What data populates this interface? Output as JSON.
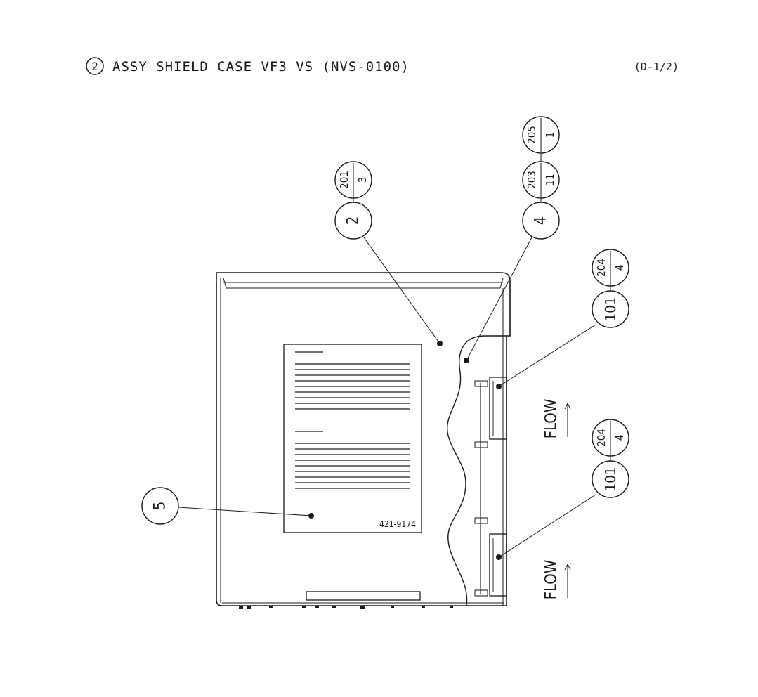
{
  "header": {
    "item_no": "2",
    "title": "ASSY SHIELD CASE VF3 VS (NVS-0100)",
    "sheet": "(D-1/2)"
  },
  "callouts": {
    "c2": {
      "label": "2",
      "ref_top": "201",
      "ref_bottom": "3"
    },
    "c4": {
      "label": "4",
      "ref_a_top": "203",
      "ref_a_bottom": "11",
      "ref_b_top": "205",
      "ref_b_bottom": "1"
    },
    "c101a": {
      "label": "101",
      "ref_top": "204",
      "ref_bottom": "4"
    },
    "c101b": {
      "label": "101",
      "ref_top": "204",
      "ref_bottom": "4"
    },
    "c5": {
      "label": "5"
    }
  },
  "label_plate": {
    "part_no": "421-9174"
  },
  "flow_labels": [
    "FLOW",
    "FLOW"
  ],
  "colors": {
    "ink": "#1a1a1a",
    "paper": "#ffffff"
  }
}
